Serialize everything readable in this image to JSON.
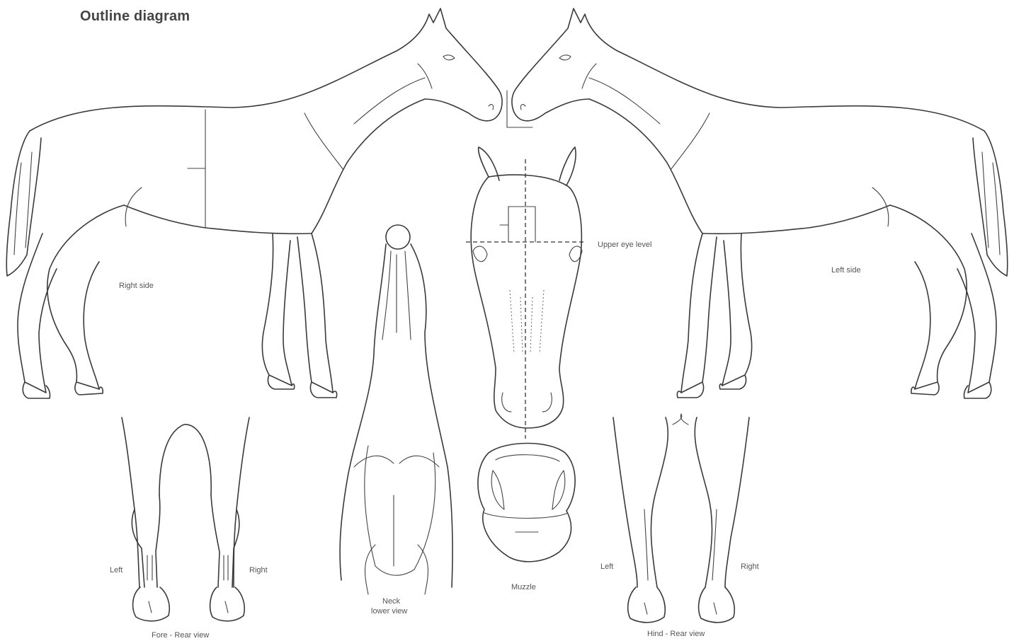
{
  "title": "Outline diagram",
  "labels": {
    "right_side": "Right side",
    "left_side": "Left side",
    "upper_eye_level": "Upper eye level",
    "neck_line1": "Neck",
    "neck_line2": "lower view",
    "muzzle": "Muzzle",
    "fore_left": "Left",
    "fore_right": "Right",
    "fore_caption": "Fore - Rear view",
    "hind_left": "Left",
    "hind_right": "Right",
    "hind_caption": "Hind - Rear view"
  },
  "colors": {
    "line": "#3a3a3a",
    "background": "#ffffff"
  }
}
